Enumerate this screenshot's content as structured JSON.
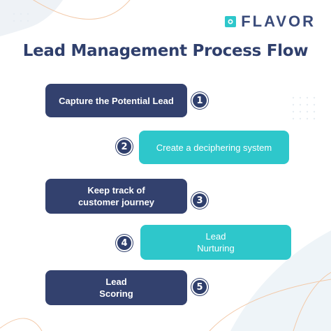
{
  "brand": {
    "name": "FLAVOR",
    "color": "#3a4b7a",
    "accent": "#2ec7cb"
  },
  "title": "Lead Management Process Flow",
  "steps": [
    {
      "number": "1",
      "label": "Capture the Potential Lead",
      "color": "#33416e"
    },
    {
      "number": "2",
      "label": "Create a deciphering system",
      "color": "#2ec7cb"
    },
    {
      "number": "3",
      "label": "Keep track of customer journey",
      "color": "#33416e"
    },
    {
      "number": "4",
      "label": "Lead Nurturing",
      "color": "#2ec7cb"
    },
    {
      "number": "5",
      "label": "Lead Scoring",
      "color": "#33416e"
    }
  ]
}
